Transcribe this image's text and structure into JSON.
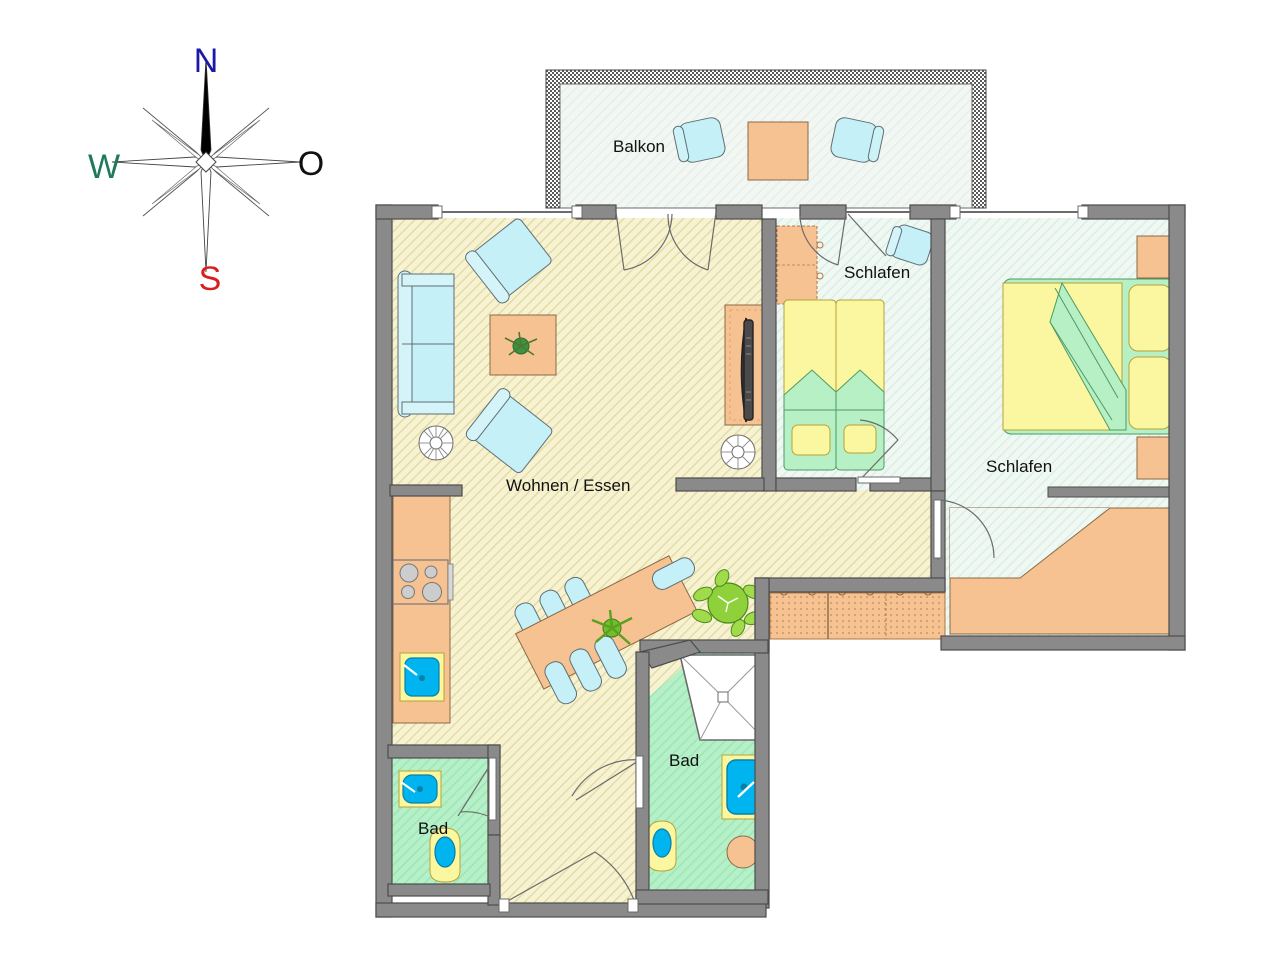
{
  "document": {
    "type": "floor-plan",
    "title": "Wohnungsgrundriss",
    "background_color": "#ffffff"
  },
  "compass": {
    "name": "compass-rose",
    "north_label": "N",
    "east_label": "O",
    "south_label": "S",
    "west_label": "W",
    "north_color": "#1a1aa6",
    "east_color": "#111111",
    "south_color": "#d81f1f",
    "west_color": "#1f7a5a",
    "needle_color": "#000000"
  },
  "rooms": [
    {
      "id": "balkon",
      "label": "Balkon",
      "fill": "#eef5ef"
    },
    {
      "id": "wohnen-essen",
      "label": "Wohnen / Essen",
      "fill": "#f4efc6"
    },
    {
      "id": "schlafen-1",
      "label": "Schlafen",
      "fill": "#e6f3ec"
    },
    {
      "id": "schlafen-2",
      "label": "Schlafen",
      "fill": "#e6f3ec"
    },
    {
      "id": "bad-1",
      "label": "Bad",
      "fill": "#a9eec0"
    },
    {
      "id": "bad-2",
      "label": "Bad",
      "fill": "#a9eec0"
    },
    {
      "id": "flur",
      "label": "",
      "fill": "#f4efc6"
    }
  ],
  "labels": {
    "balkon": "Balkon",
    "wohnen_essen": "Wohnen / Essen",
    "schlafen_klein": "Schlafen",
    "schlafen_gross": "Schlafen",
    "bad_klein": "Bad",
    "bad_gross": "Bad"
  },
  "colors": {
    "wall": "#8a8a8a",
    "wall_stroke": "#4d4d4d",
    "floor_living": "#f4efc6",
    "floor_bedroom": "#e6f3ec",
    "floor_bath": "#a9eec0",
    "floor_balcony": "#eef5ef",
    "furniture_orange": "#f7c292",
    "furniture_blue": "#c5f0f7",
    "furniture_yellow": "#fbf6a0",
    "furniture_green": "#b6f0c4",
    "water_blue": "#00b4f0",
    "plant_green": "#7dc52e",
    "outline": "#6b6b6b",
    "hatch": "#d8d2a0"
  },
  "furniture": {
    "balcony": [
      "balcony-chair-left",
      "balcony-table",
      "balcony-chair-right"
    ],
    "living": [
      "sofa",
      "armchair-top",
      "armchair-bottom",
      "coffee-table",
      "plant-on-coffee-table",
      "floor-lamp-left",
      "floor-lamp-right",
      "tv-cabinet",
      "television"
    ],
    "dining": [
      "dining-table",
      "dining-chair-1",
      "dining-chair-2",
      "dining-chair-3",
      "dining-chair-4",
      "dining-chair-5",
      "dining-chair-6",
      "plant-dining"
    ],
    "kitchen": [
      "counter-run",
      "cooktop",
      "sink"
    ],
    "bedroom_small": [
      "twin-bed-1",
      "twin-bed-2",
      "wardrobe-small",
      "armchair-bedroom"
    ],
    "bedroom_large": [
      "double-bed",
      "pillow-1",
      "pillow-2",
      "nightstand-top",
      "nightstand-bottom",
      "wardrobe-large"
    ],
    "bath_small": [
      "washbasin",
      "toilet"
    ],
    "bath_large": [
      "shower",
      "washbasin",
      "toilet",
      "stool"
    ],
    "hall": [
      "wardrobe-hall"
    ]
  }
}
